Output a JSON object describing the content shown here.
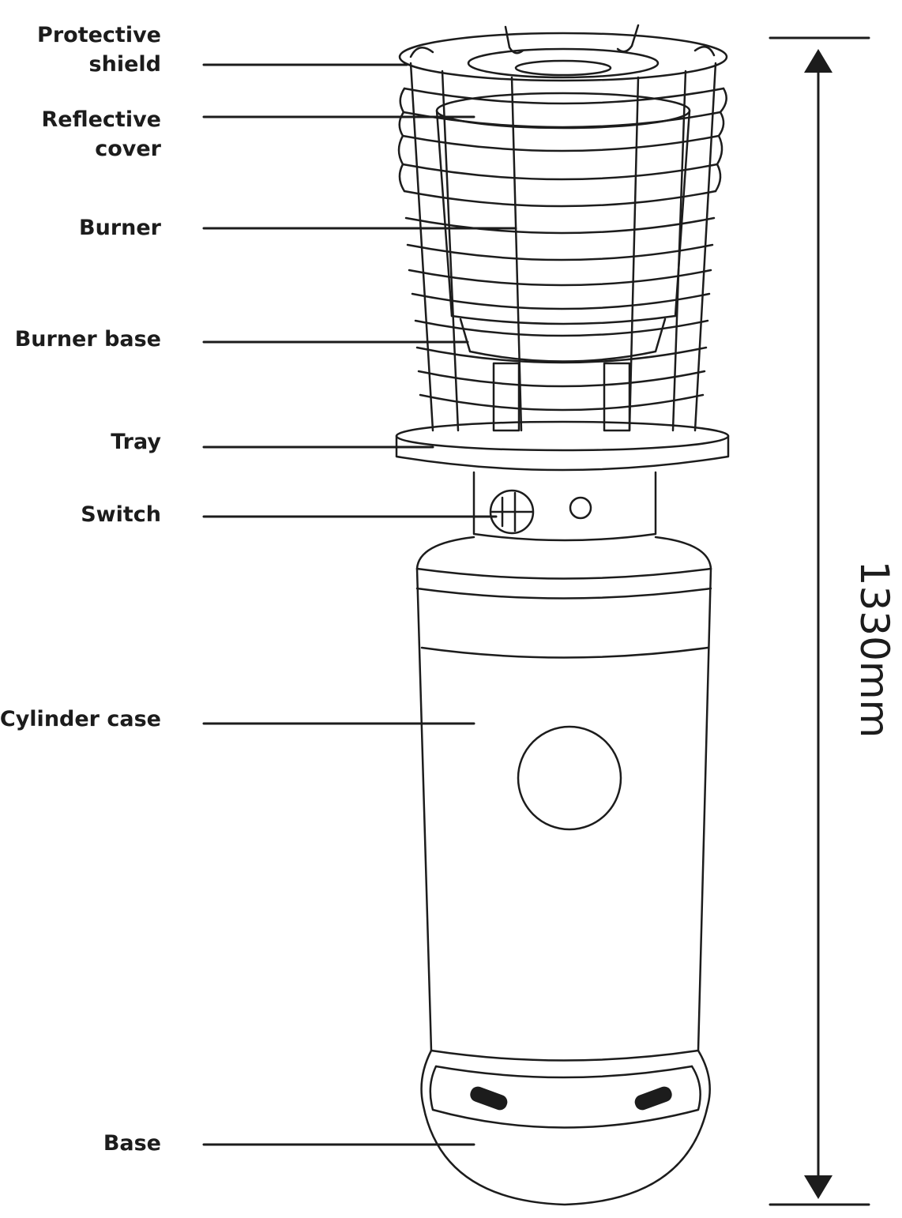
{
  "labels": {
    "protective_shield": [
      "Protective",
      "shield"
    ],
    "reflective_cover": [
      "Reflective",
      "cover"
    ],
    "burner": [
      "Burner"
    ],
    "burner_base": [
      "Burner base"
    ],
    "tray": [
      "Tray"
    ],
    "switch": [
      "Switch"
    ],
    "cylinder_case": [
      "Cylinder case"
    ],
    "base": [
      "Base"
    ]
  },
  "dimension": {
    "height_label": "1330mm"
  },
  "colors": {
    "line": "#1c1c1c",
    "background": "#ffffff"
  }
}
